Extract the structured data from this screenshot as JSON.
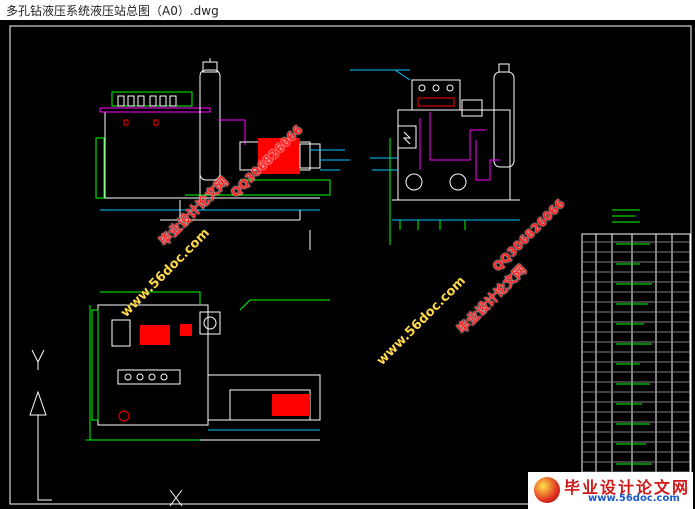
{
  "window": {
    "title": "多孔钻液压系统液压站总图（A0）.dwg"
  },
  "watermarks": {
    "brand": "毕业设计论文网",
    "url": "www.56doc.com",
    "qq": "QQ306826066"
  },
  "logo": {
    "text": "毕业设计论文网",
    "url": "www.56doc.com"
  },
  "colors": {
    "background": "#000000",
    "frame": "#ffffff",
    "line_green": "#00ff00",
    "line_cyan": "#00c8ff",
    "line_red": "#ff0000",
    "line_magenta": "#ff00ff",
    "line_yellow": "#ffff00"
  }
}
